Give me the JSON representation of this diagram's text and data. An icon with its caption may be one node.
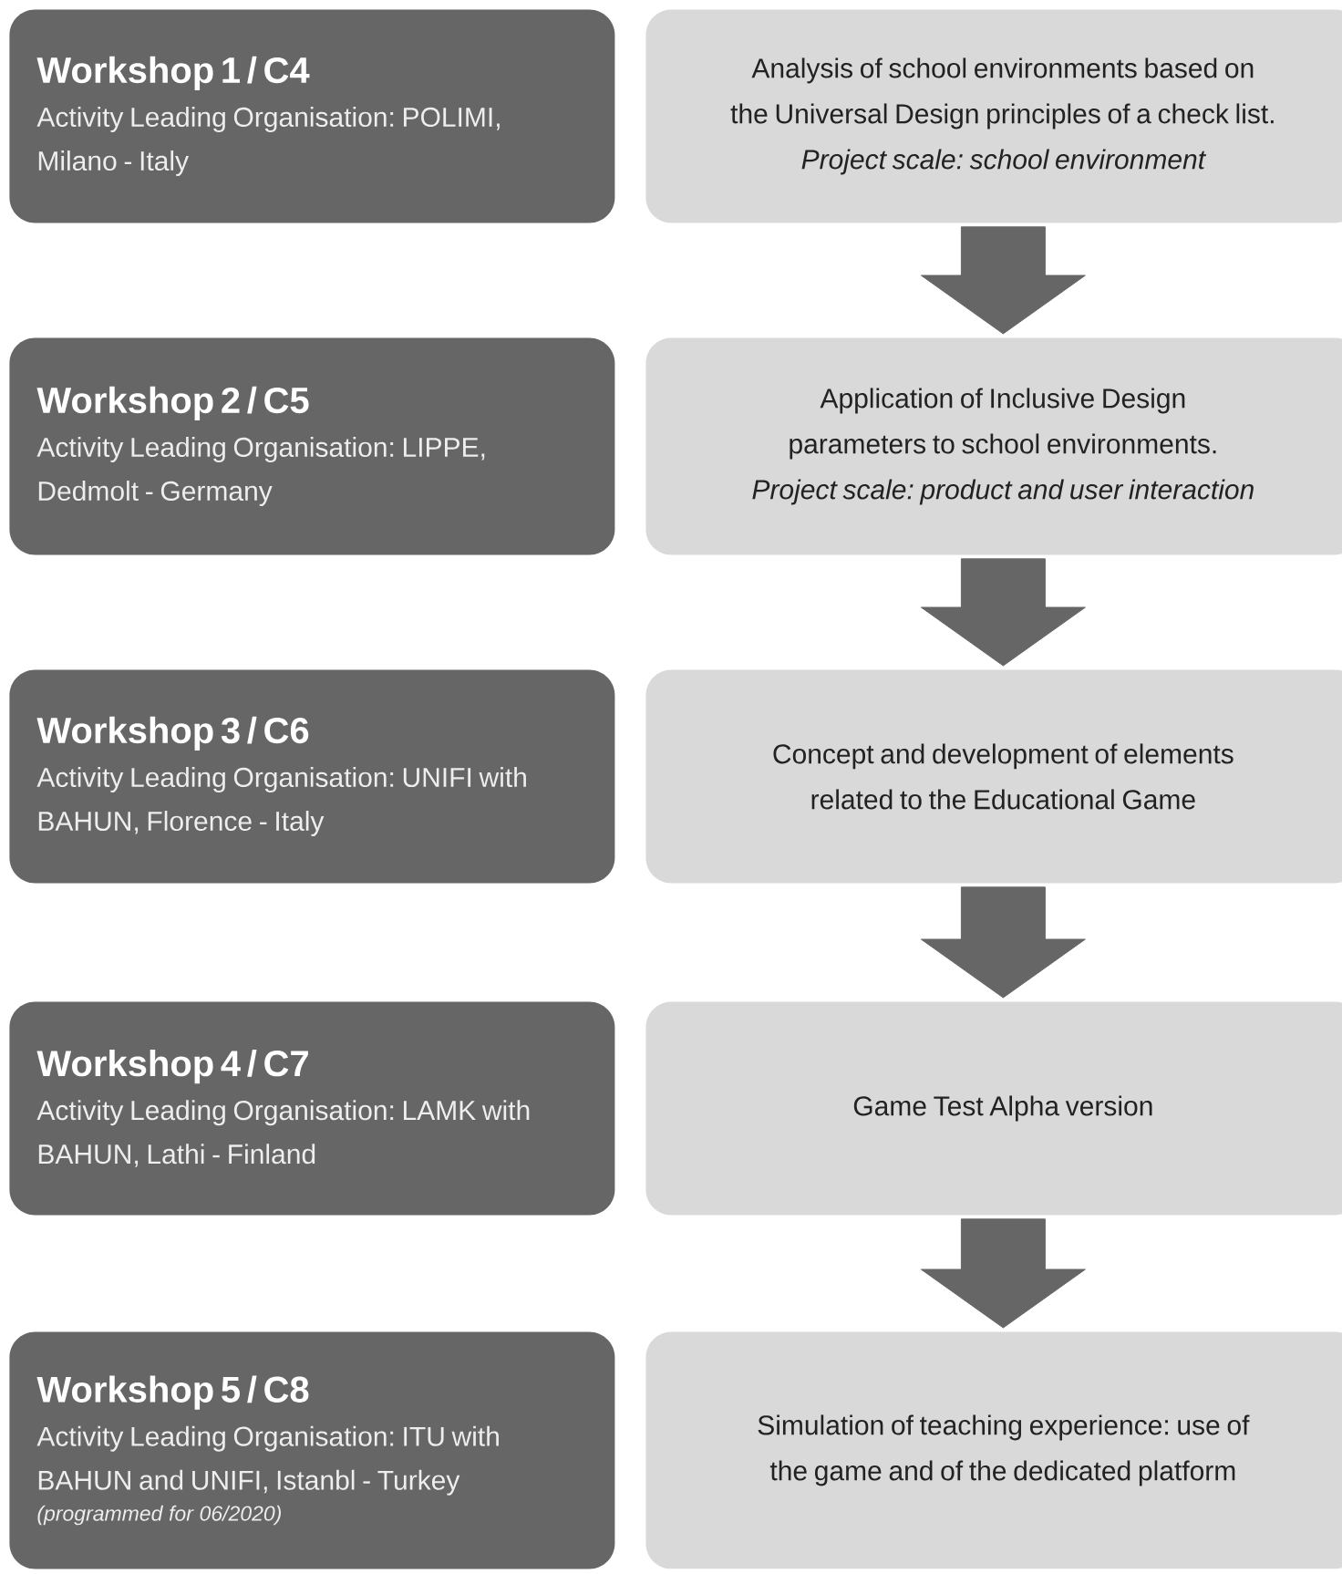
{
  "diagram": {
    "nodes": [
      {
        "text": [
          "Workshop 1 / C4",
          "Activity Leading Organisation: POLIMI, Milano - Italy"
        ]
      },
      {
        "text": [
          "Analysis of school environments based on the Universal Design principles of a check list.",
          "Project scale: school environment"
        ]
      },
      {
        "text": [
          "Workshop 2 / C5",
          "Activity Leading Organisation: LIPPE, Dedmolt - Germany"
        ]
      },
      {
        "text": [
          "Application of Inclusive Design parameters to school environments.",
          "Project scale: product and user interaction"
        ]
      },
      {
        "text": [
          "Workshop 3 / C6",
          "Activity Leading Organisation: UNIFI with BAHUN, Florence - Italy"
        ]
      },
      {
        "text": [
          "Concept and development of elements related to the Educational Game"
        ]
      },
      {
        "text": [
          "Workshop 4 / C7",
          "Activity Leading Organisation: LAMK with BAHUN, Lathi - Finland"
        ]
      },
      {
        "text": [
          "Game Test Alpha version"
        ]
      },
      {
        "text": [
          "Workshop 5 / C8",
          "Activity Leading Organisation: ITU with BAHUN and UNIFI, Istanbl - Turkey",
          "(programmed for 06/2020)"
        ]
      },
      {
        "text": [
          "Simulation of teaching experience: use of the game and of the dedicated platform"
        ]
      }
    ],
    "edges": [
      {
        "from": 1,
        "to": 3,
        "arrow": "to"
      },
      {
        "from": 3,
        "to": 5,
        "arrow": "to"
      },
      {
        "from": 5,
        "to": 7,
        "arrow": "to"
      },
      {
        "from": 7,
        "to": 9,
        "arrow": "to"
      }
    ]
  }
}
